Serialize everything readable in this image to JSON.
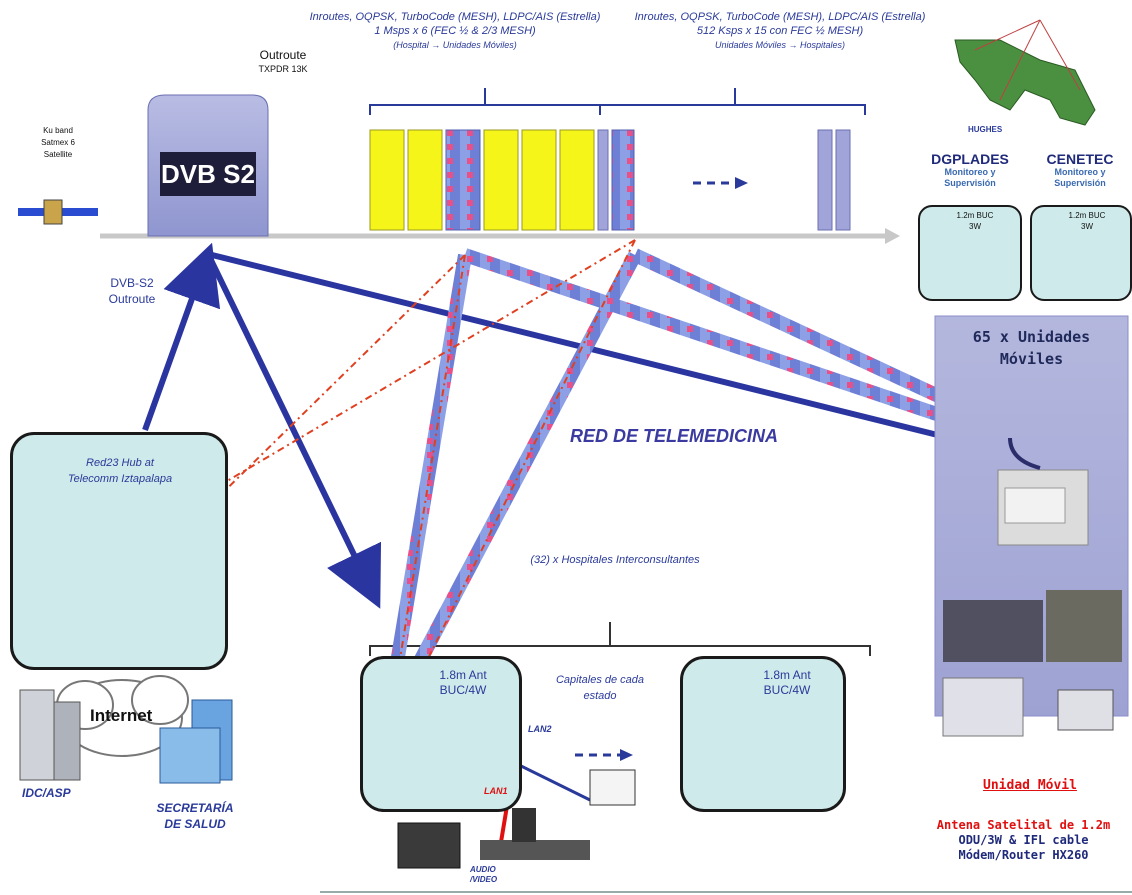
{
  "top_left_label": {
    "line1": "Ku band",
    "line2": "Satmex 6",
    "line3": "Satellite"
  },
  "outroute": {
    "title": "Outroute",
    "sub": "TXPDR 13K",
    "box_logo": "DVB S2"
  },
  "inroutes_left": {
    "line1": "Inroutes, OQPSK, TurboCode (MESH), LDPC/AIS (Estrella)",
    "line2": "1 Msps x 6 (FEC ½ & 2/3 MESH)",
    "line3": "(Hospital → Unidades Móviles)"
  },
  "inroutes_right": {
    "line1": "Inroutes, OQPSK, TurboCode (MESH), LDPC/AIS (Estrella)",
    "line2": "512 Ksps x 15 con FEC ½ MESH)",
    "line3": "Unidades Móviles → Hospitales)"
  },
  "map_label": "HUGHES",
  "dgplades": {
    "title": "DGPLADES",
    "sub1": "Monitoreo y",
    "sub2": "Supervisión",
    "box_label1": "1.2m BUC",
    "box_label2": "3W"
  },
  "cenetec": {
    "title": "CENETEC",
    "sub1": "Monitoreo y",
    "sub2": "Supervisión",
    "box_label1": "1.2m BUC",
    "box_label2": "3W"
  },
  "dvb_label": {
    "line1": "DVB-S2",
    "line2": "Outroute"
  },
  "hub": {
    "line1": "Red23 Hub at",
    "line2": "Telecomm Iztapalapa"
  },
  "center_title": "RED DE TELEMEDICINA",
  "mobile": {
    "title1": "65 x Unidades",
    "title2": "Móviles"
  },
  "hospitals_label": "(32) x Hospitales Interconsultantes",
  "hospital_left": {
    "line1": "1.8m Ant",
    "line2": "BUC/4W"
  },
  "hospital_right": {
    "line1": "1.8m Ant",
    "line2": "BUC/4W"
  },
  "capitales": {
    "line1": "Capitales de cada",
    "line2": "estado"
  },
  "internet": "Internet",
  "idc": "IDC/ASP",
  "secretaria": {
    "line1": "SECRETARÍA",
    "line2": "DE SALUD"
  },
  "lan1": "LAN1",
  "lan2": "LAN2",
  "audio": {
    "line1": "AUDIO",
    "line2": "/VIDEO"
  },
  "unidad_movil": "Unidad Móvil",
  "antena": {
    "line1": "Antena Satelital de 1.2m",
    "line2": "ODU/3W & IFL cable",
    "line3": "Módem/Router HX260"
  },
  "colors": {
    "arrow_dark": "#2b35a0",
    "arrow_light": "#6e7fd6",
    "bar_yellow": "#f5f51a",
    "box_fill": "#cfeaea",
    "mobile_panel": "#a9acd8",
    "red_text": "#e01010"
  }
}
